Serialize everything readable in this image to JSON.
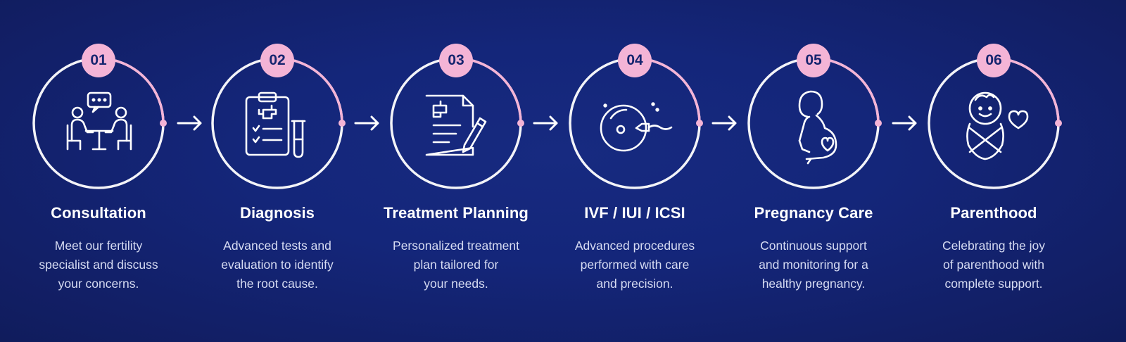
{
  "colors": {
    "background": "#14267a",
    "badge": "#f4b4d6",
    "ring": "#ffffff",
    "ring_accent": "#f4b4d6",
    "text": "#ffffff",
    "description": "#d6dbf2"
  },
  "steps": [
    {
      "number": "01",
      "title": "Consultation",
      "icon": "consultation-icon",
      "lines": [
        "Meet our fertility",
        "specialist and discuss",
        "your concerns."
      ]
    },
    {
      "number": "02",
      "title": "Diagnosis",
      "icon": "clipboard-test-tube-icon",
      "lines": [
        "Advanced tests and",
        "evaluation to identify",
        "the root cause."
      ]
    },
    {
      "number": "03",
      "title": "Treatment Planning",
      "icon": "document-pen-icon",
      "lines": [
        "Personalized treatment",
        "plan tailored for",
        "your needs."
      ]
    },
    {
      "number": "04",
      "title": "IVF / IUI / ICSI",
      "icon": "egg-sperm-icon",
      "lines": [
        "Advanced procedures",
        "performed with care",
        "and precision."
      ]
    },
    {
      "number": "05",
      "title": "Pregnancy Care",
      "icon": "pregnant-woman-icon",
      "lines": [
        "Continuous support",
        "and monitoring for a",
        "healthy pregnancy."
      ]
    },
    {
      "number": "06",
      "title": "Parenthood",
      "icon": "baby-heart-icon",
      "lines": [
        "Celebrating the joy",
        "of parenthood with",
        "complete support."
      ]
    }
  ]
}
